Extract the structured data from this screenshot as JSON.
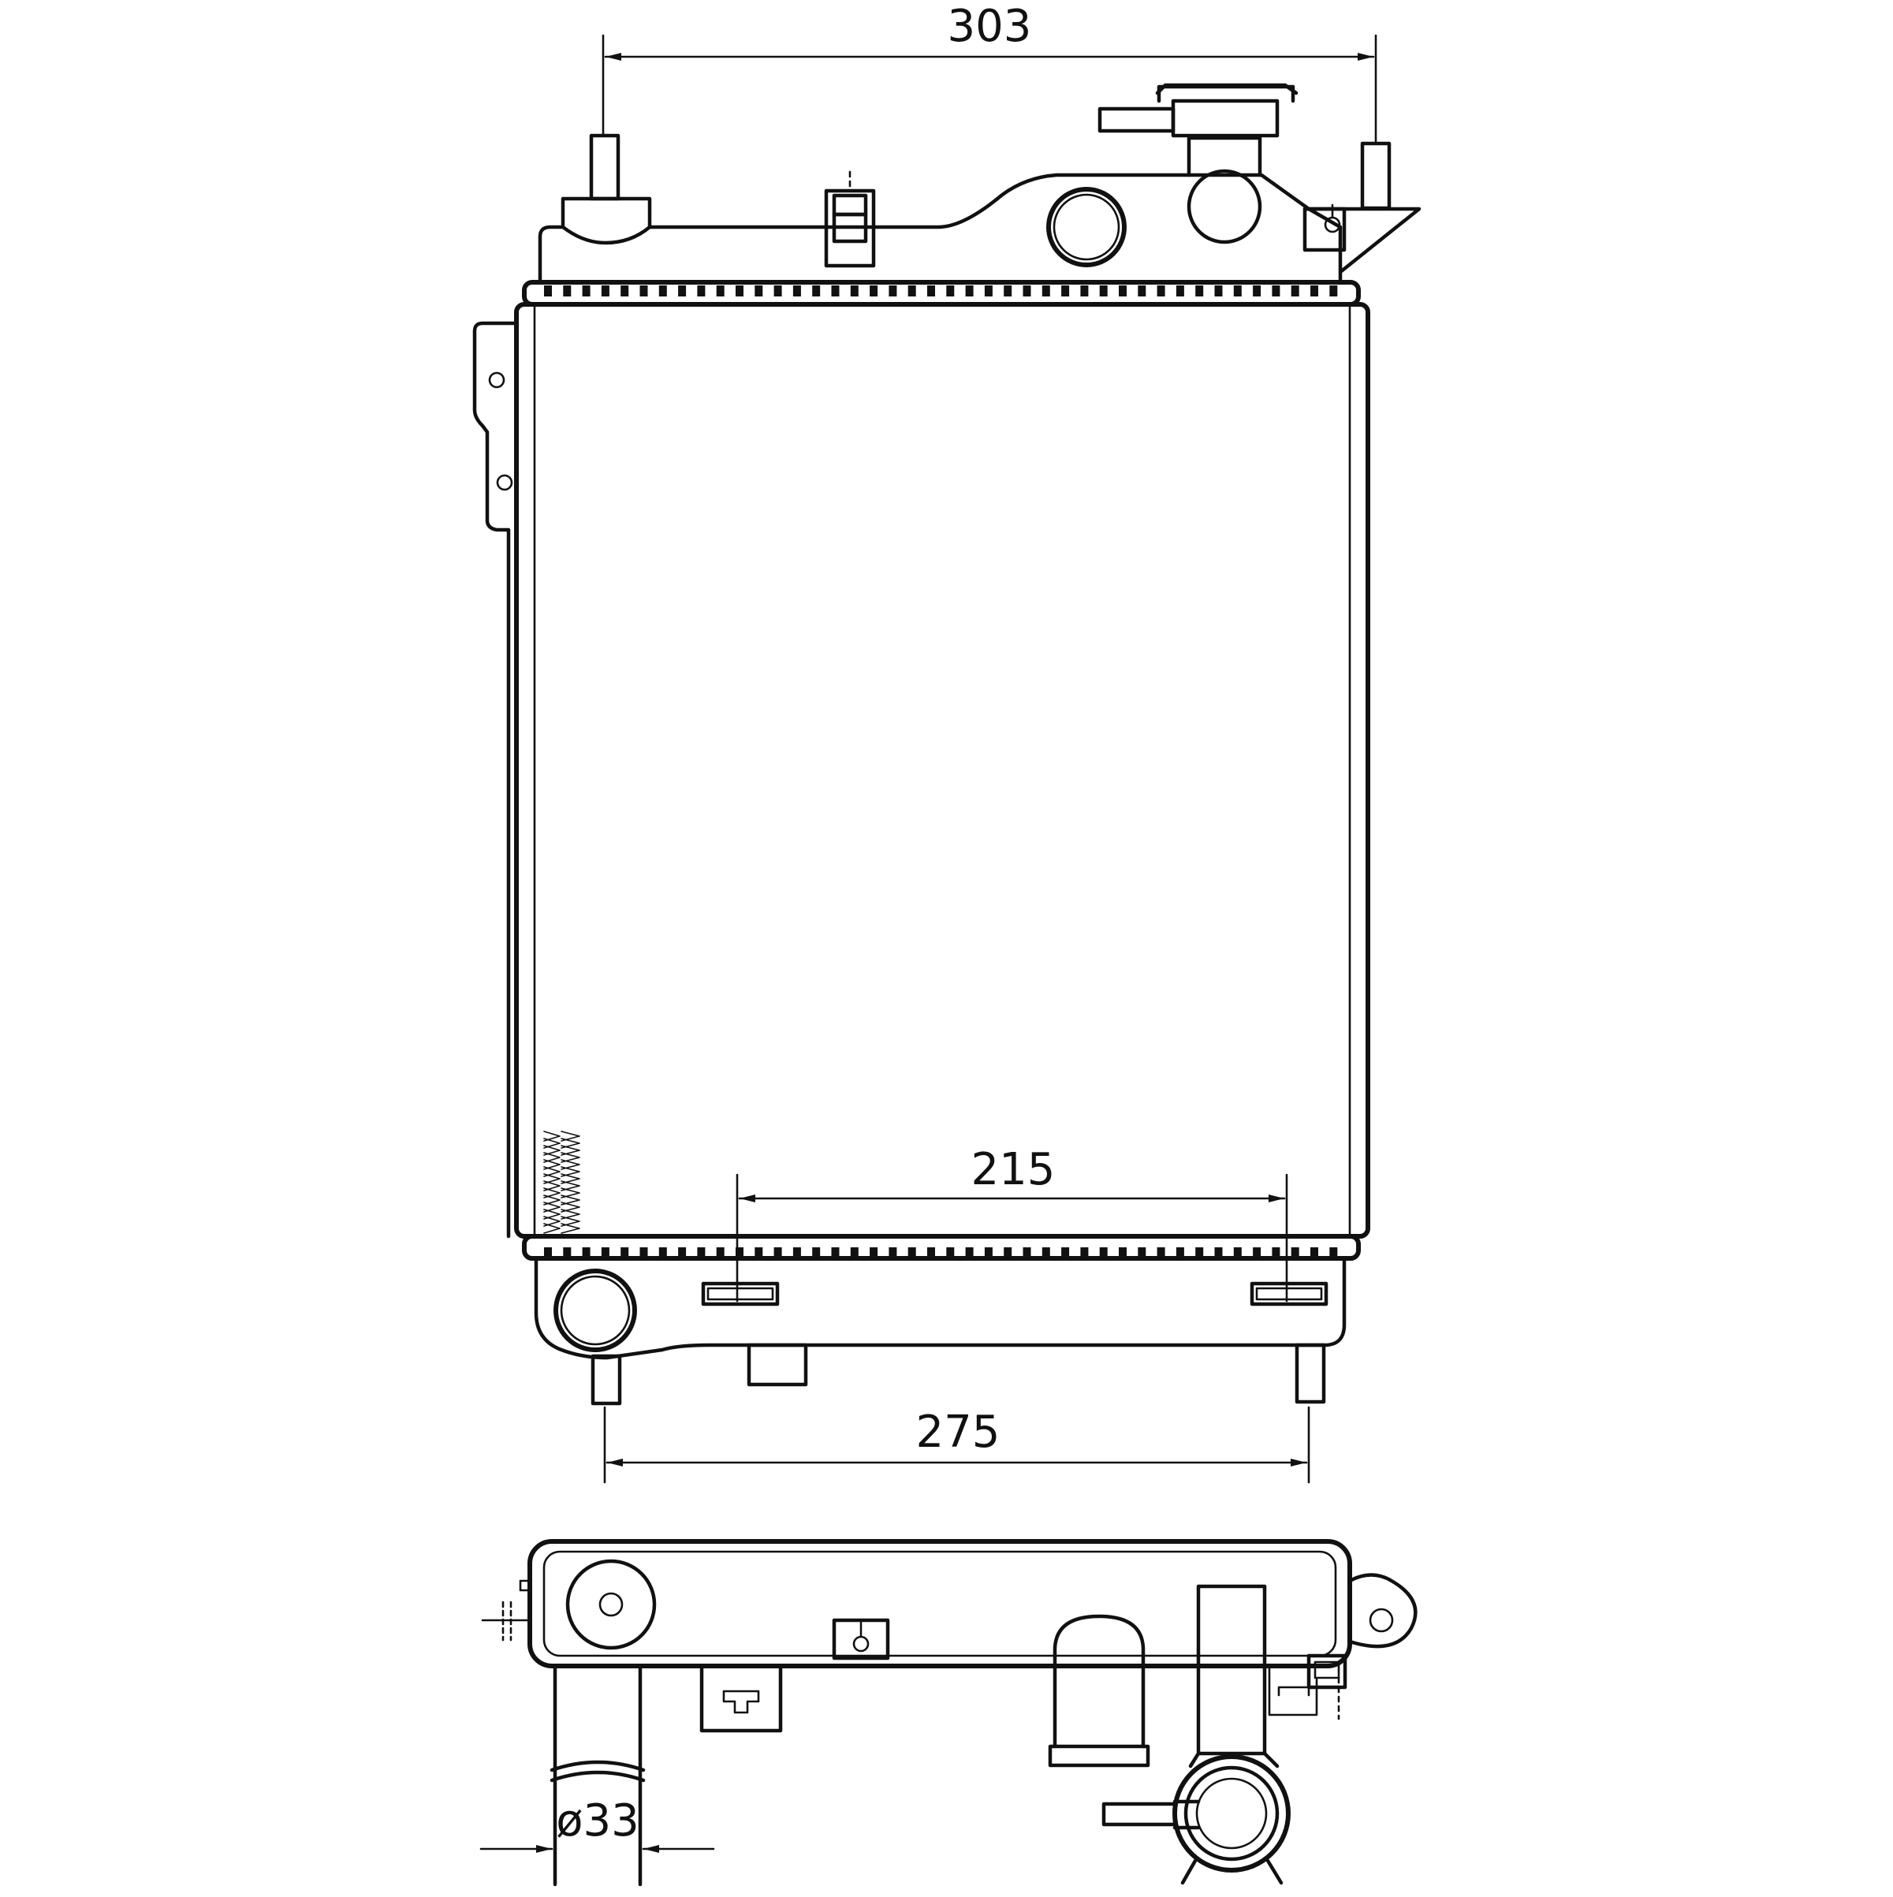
{
  "dimensions": {
    "top_width": "303",
    "bottom_width": "275",
    "bracket_spacing": "215",
    "outlet_diameter": "ø33"
  },
  "colors": {
    "line": "#111111",
    "background": "#ffffff"
  },
  "icons": [
    "radiator-front-view",
    "radiator-top-view",
    "filler-cap-icon",
    "hose-outlet-icon"
  ]
}
